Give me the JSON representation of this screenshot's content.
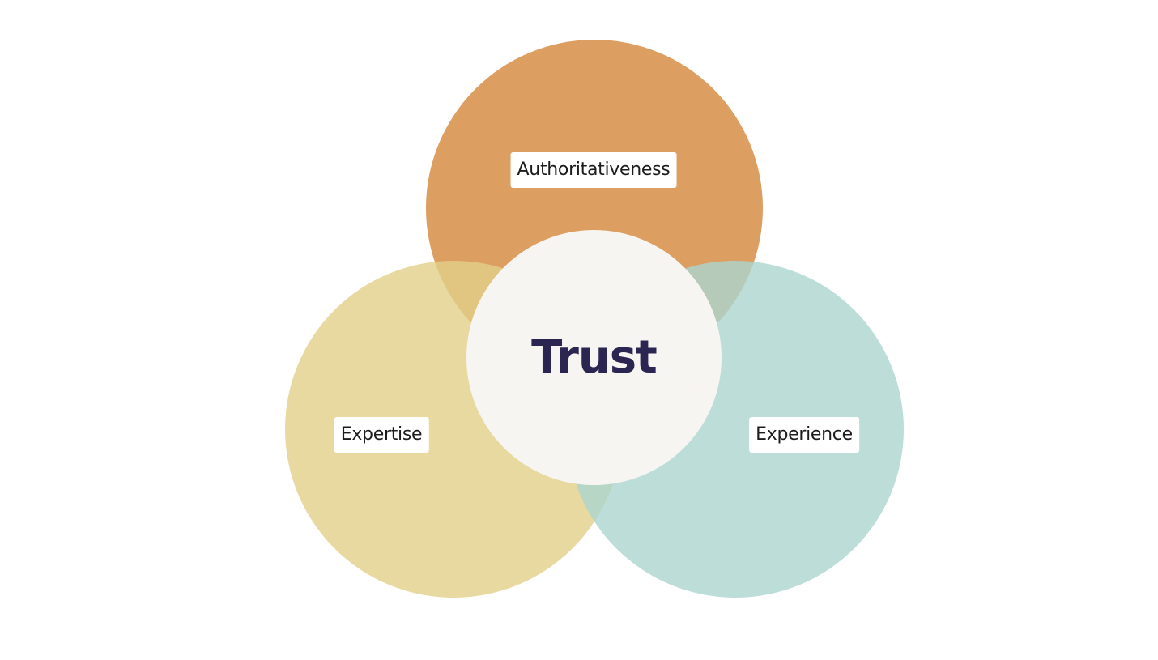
{
  "diagram": {
    "center": {
      "label": "Trust",
      "color": "#f7f5f2",
      "text_color": "#2a2551"
    },
    "circles": [
      {
        "id": "authoritativeness",
        "label": "Authoritativeness",
        "color": "#d4863a"
      },
      {
        "id": "expertise",
        "label": "Expertise",
        "color": "#e2d08a"
      },
      {
        "id": "experience",
        "label": "Experience",
        "color": "#abd5ce"
      }
    ]
  }
}
